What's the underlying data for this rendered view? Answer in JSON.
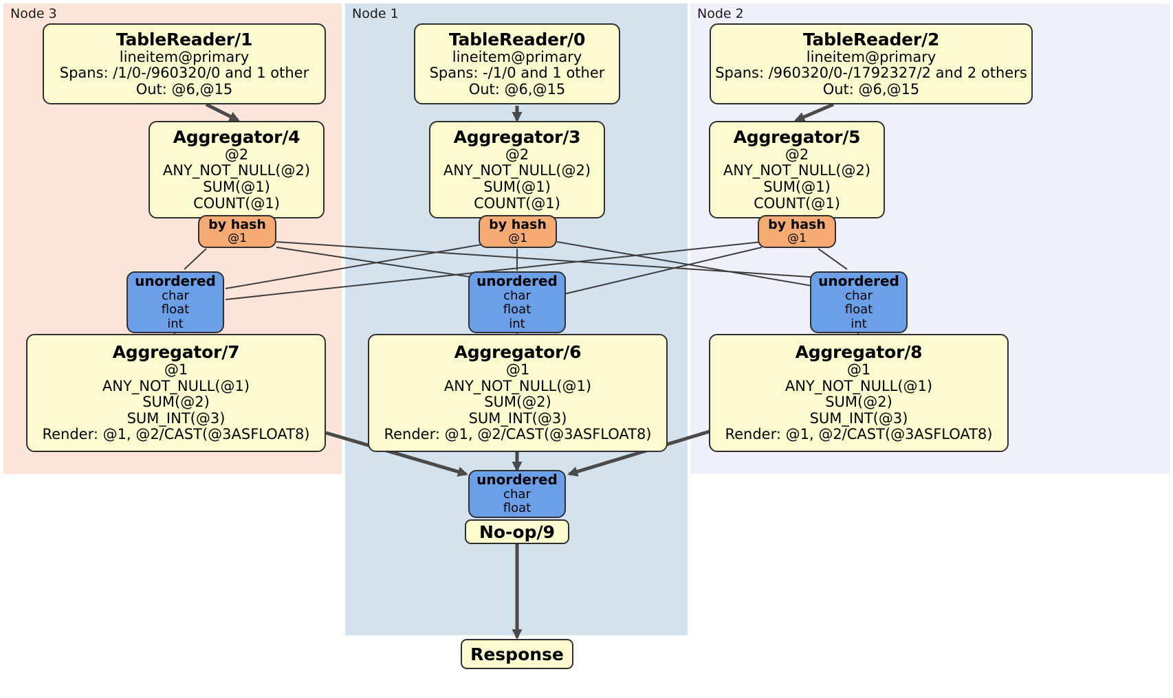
{
  "diagram": {
    "title": "Distributed SQL query plan",
    "colors": {
      "node3_region": "#fce5d8",
      "node1_region": "#d4e2ee",
      "node2_region": "#eef1fa",
      "processor_fill": "#fbfbcf",
      "router_fill": "#f6ab74",
      "sync_fill": "#6b9fe8",
      "border": "#2f2f2f",
      "edge": "#3d3d3d"
    }
  },
  "regions": [
    {
      "id": "node3",
      "label": "Node 3"
    },
    {
      "id": "node1",
      "label": "Node 1"
    },
    {
      "id": "node2",
      "label": "Node 2"
    }
  ],
  "processors": {
    "table_reader_1": {
      "title": "TableReader/1",
      "lines": [
        "lineitem@primary",
        "Spans: /1/0-/960320/0 and 1 other",
        "Out: @6,@15"
      ]
    },
    "table_reader_0": {
      "title": "TableReader/0",
      "lines": [
        "lineitem@primary",
        "Spans: -/1/0 and 1 other",
        "Out: @6,@15"
      ]
    },
    "table_reader_2": {
      "title": "TableReader/2",
      "lines": [
        "lineitem@primary",
        "Spans: /960320/0-/1792327/2 and 2 others",
        "Out: @6,@15"
      ]
    },
    "aggregator_4": {
      "title": "Aggregator/4",
      "lines": [
        "@2",
        "ANY_NOT_NULL(@2)",
        "SUM(@1)",
        "COUNT(@1)"
      ]
    },
    "aggregator_3": {
      "title": "Aggregator/3",
      "lines": [
        "@2",
        "ANY_NOT_NULL(@2)",
        "SUM(@1)",
        "COUNT(@1)"
      ]
    },
    "aggregator_5": {
      "title": "Aggregator/5",
      "lines": [
        "@2",
        "ANY_NOT_NULL(@2)",
        "SUM(@1)",
        "COUNT(@1)"
      ]
    },
    "aggregator_7": {
      "title": "Aggregator/7",
      "lines": [
        "@1",
        "ANY_NOT_NULL(@1)",
        "SUM(@2)",
        "SUM_INT(@3)",
        "Render: @1, @2/CAST(@3ASFLOAT8)"
      ]
    },
    "aggregator_6": {
      "title": "Aggregator/6",
      "lines": [
        "@1",
        "ANY_NOT_NULL(@1)",
        "SUM(@2)",
        "SUM_INT(@3)",
        "Render: @1, @2/CAST(@3ASFLOAT8)"
      ]
    },
    "aggregator_8": {
      "title": "Aggregator/8",
      "lines": [
        "@1",
        "ANY_NOT_NULL(@1)",
        "SUM(@2)",
        "SUM_INT(@3)",
        "Render: @1, @2/CAST(@3ASFLOAT8)"
      ]
    },
    "noop_9": {
      "title": "No-op/9"
    },
    "response": {
      "title": "Response"
    }
  },
  "routers": {
    "by_hash_left": {
      "title": "by hash",
      "lines": [
        "@1"
      ]
    },
    "by_hash_center": {
      "title": "by hash",
      "lines": [
        "@1"
      ]
    },
    "by_hash_right": {
      "title": "by hash",
      "lines": [
        "@1"
      ]
    }
  },
  "synchronizers": {
    "unordered_left": {
      "title": "unordered",
      "lines": [
        "char",
        "float",
        "int"
      ]
    },
    "unordered_center": {
      "title": "unordered",
      "lines": [
        "char",
        "float",
        "int"
      ]
    },
    "unordered_right": {
      "title": "unordered",
      "lines": [
        "char",
        "float",
        "int"
      ]
    },
    "unordered_final": {
      "title": "unordered",
      "lines": [
        "char",
        "float"
      ]
    }
  }
}
